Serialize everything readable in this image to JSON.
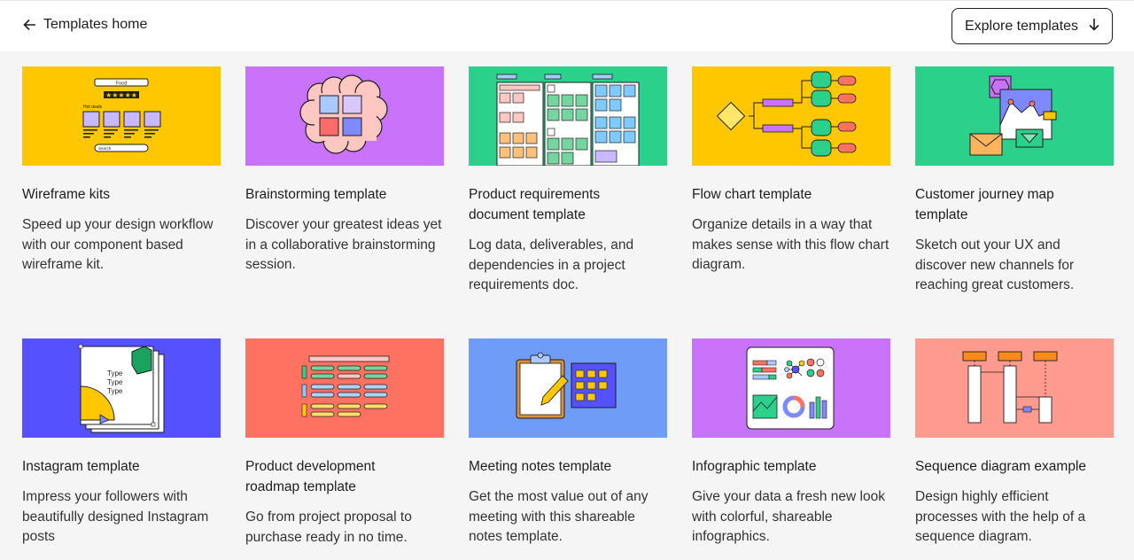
{
  "header": {
    "back_label": "Templates home",
    "explore_label": "Explore templates"
  },
  "colors": {
    "yellow": "#ffc700",
    "purple": "#c873fa",
    "green": "#2bd08b",
    "blue": "#5551ff",
    "coral": "#ff7262",
    "sky": "#6f9cf7",
    "salmon": "#ff9a8f"
  },
  "thumb_text": {
    "wf_food": "Food",
    "wf_hot": "Hot deals",
    "wf_search": "Search",
    "ig_type": "Type"
  },
  "cards": [
    {
      "title": "Wireframe kits",
      "desc": "Speed up your design workflow with our component based wireframe kit."
    },
    {
      "title": "Brainstorming template",
      "desc": "Discover your greatest ideas yet in a collaborative brainstorming session."
    },
    {
      "title": "Product requirements document template",
      "desc": "Log data, deliverables, and dependencies in a project requirements doc."
    },
    {
      "title": "Flow chart template",
      "desc": "Organize details in a way that makes sense with this flow chart diagram."
    },
    {
      "title": "Customer journey map template",
      "desc": "Sketch out your UX and discover new channels for reaching great customers."
    },
    {
      "title": "Instagram template",
      "desc": "Impress your followers with beautifully designed Instagram posts"
    },
    {
      "title": "Product development roadmap template",
      "desc": "Go from project proposal to purchase ready in no time."
    },
    {
      "title": "Meeting notes template",
      "desc": "Get the most value out of any meeting with this shareable notes template."
    },
    {
      "title": "Infographic template",
      "desc": "Give your data a fresh new look with colorful, shareable infographics."
    },
    {
      "title": "Sequence diagram example",
      "desc": "Design highly efficient processes with the help of a sequence diagram."
    }
  ]
}
